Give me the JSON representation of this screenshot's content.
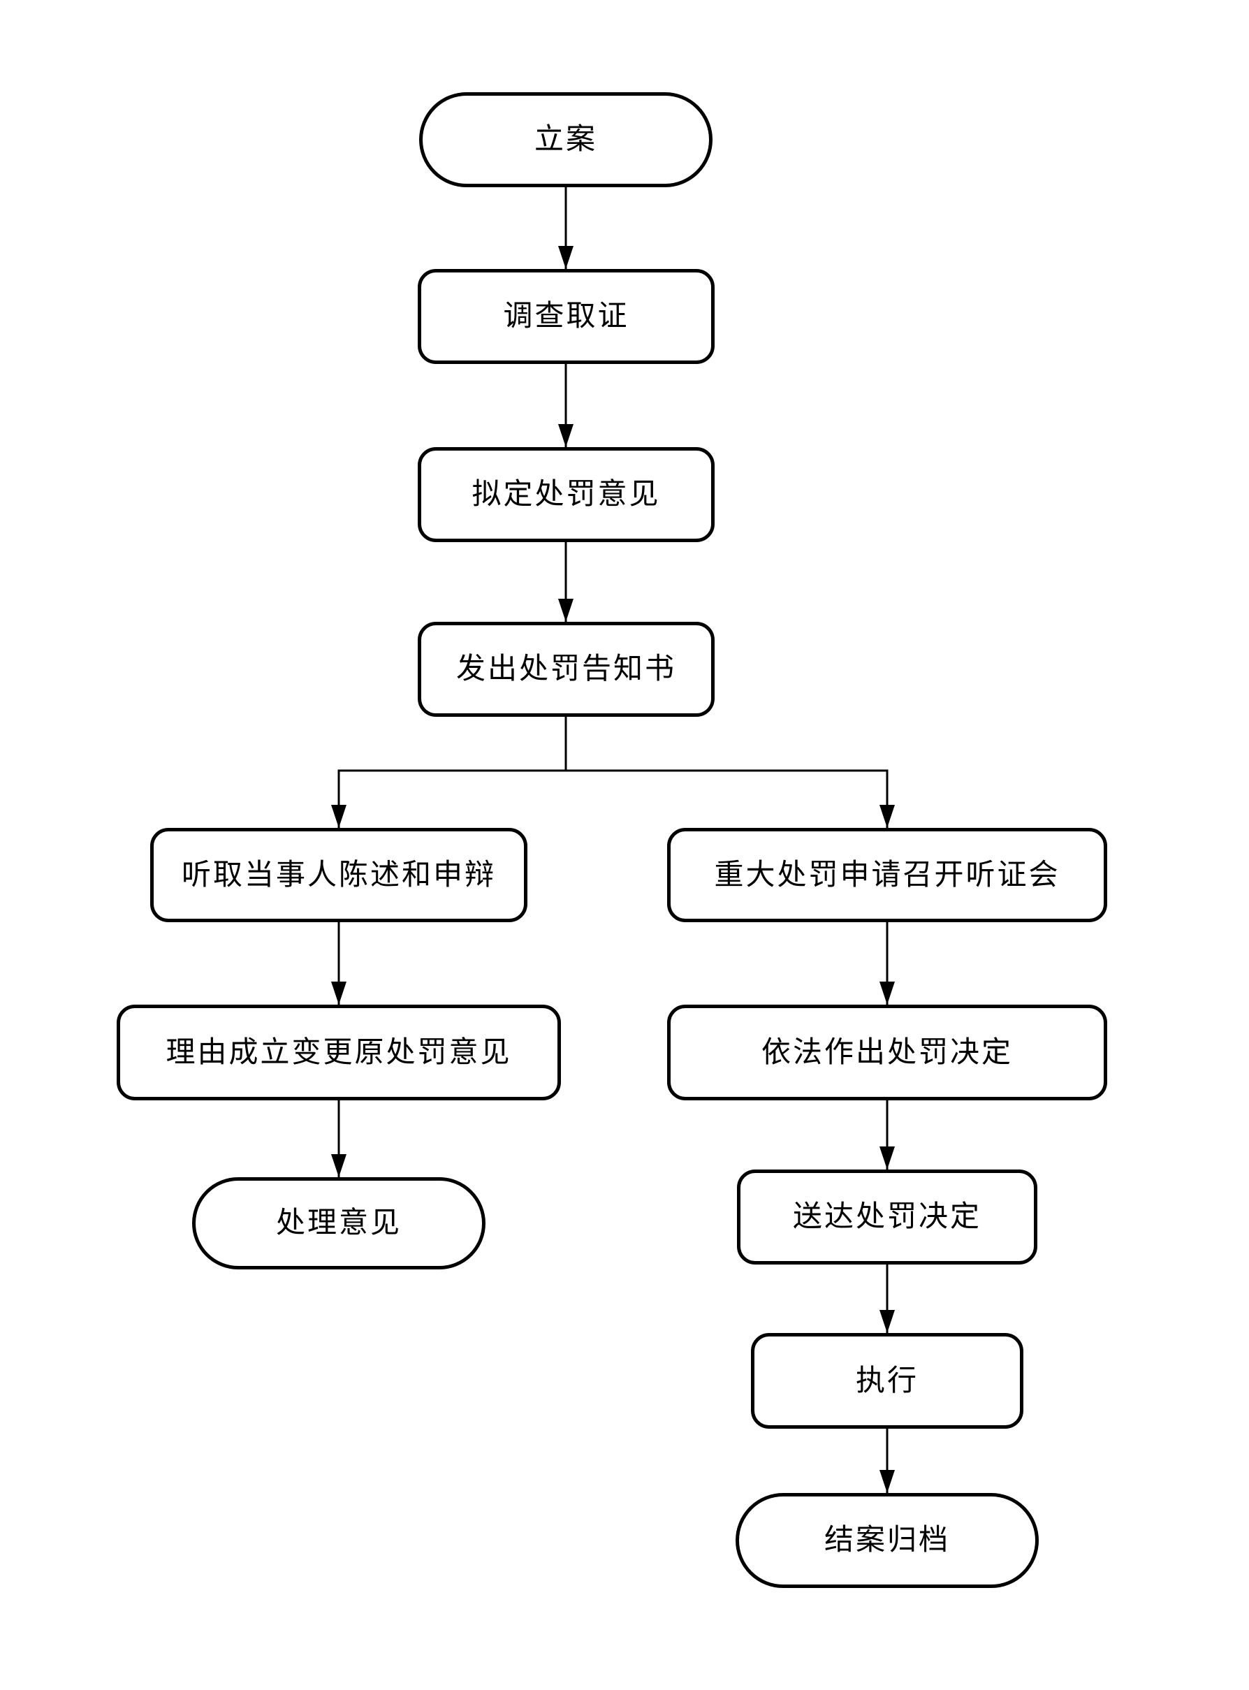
{
  "page": {
    "background": "#ffffff"
  },
  "diagram": {
    "type": "flowchart",
    "stroke_color": "#000000",
    "text_color": "#000000",
    "nodes": [
      {
        "id": "case-filing",
        "label": "立案",
        "shape": "stadium"
      },
      {
        "id": "investigation-evidence",
        "label": "调查取证",
        "shape": "rounded-rect"
      },
      {
        "id": "draft-penalty-opinion",
        "label": "拟定处罚意见",
        "shape": "rounded-rect"
      },
      {
        "id": "issue-penalty-notice",
        "label": "发出处罚告知书",
        "shape": "rounded-rect"
      },
      {
        "id": "hear-statement-defense",
        "label": "听取当事人陈述和申辩",
        "shape": "rounded-rect"
      },
      {
        "id": "major-penalty-hearing",
        "label": "重大处罚申请召开听证会",
        "shape": "rounded-rect"
      },
      {
        "id": "change-original-opinion",
        "label": "理由成立变更原处罚意见",
        "shape": "rounded-rect"
      },
      {
        "id": "make-penalty-decision",
        "label": "依法作出处罚决定",
        "shape": "rounded-rect"
      },
      {
        "id": "handling-opinion",
        "label": "处理意见",
        "shape": "stadium"
      },
      {
        "id": "deliver-penalty-decision",
        "label": "送达处罚决定",
        "shape": "rounded-rect"
      },
      {
        "id": "execute",
        "label": "执行",
        "shape": "rounded-rect"
      },
      {
        "id": "close-case-archive",
        "label": "结案归档",
        "shape": "stadium"
      }
    ],
    "edges": [
      {
        "from": "case-filing",
        "to": "investigation-evidence"
      },
      {
        "from": "investigation-evidence",
        "to": "draft-penalty-opinion"
      },
      {
        "from": "draft-penalty-opinion",
        "to": "issue-penalty-notice"
      },
      {
        "from": "issue-penalty-notice",
        "to": "hear-statement-defense"
      },
      {
        "from": "issue-penalty-notice",
        "to": "major-penalty-hearing"
      },
      {
        "from": "hear-statement-defense",
        "to": "change-original-opinion"
      },
      {
        "from": "change-original-opinion",
        "to": "handling-opinion"
      },
      {
        "from": "major-penalty-hearing",
        "to": "make-penalty-decision"
      },
      {
        "from": "make-penalty-decision",
        "to": "deliver-penalty-decision"
      },
      {
        "from": "deliver-penalty-decision",
        "to": "execute"
      },
      {
        "from": "execute",
        "to": "close-case-archive"
      }
    ]
  }
}
